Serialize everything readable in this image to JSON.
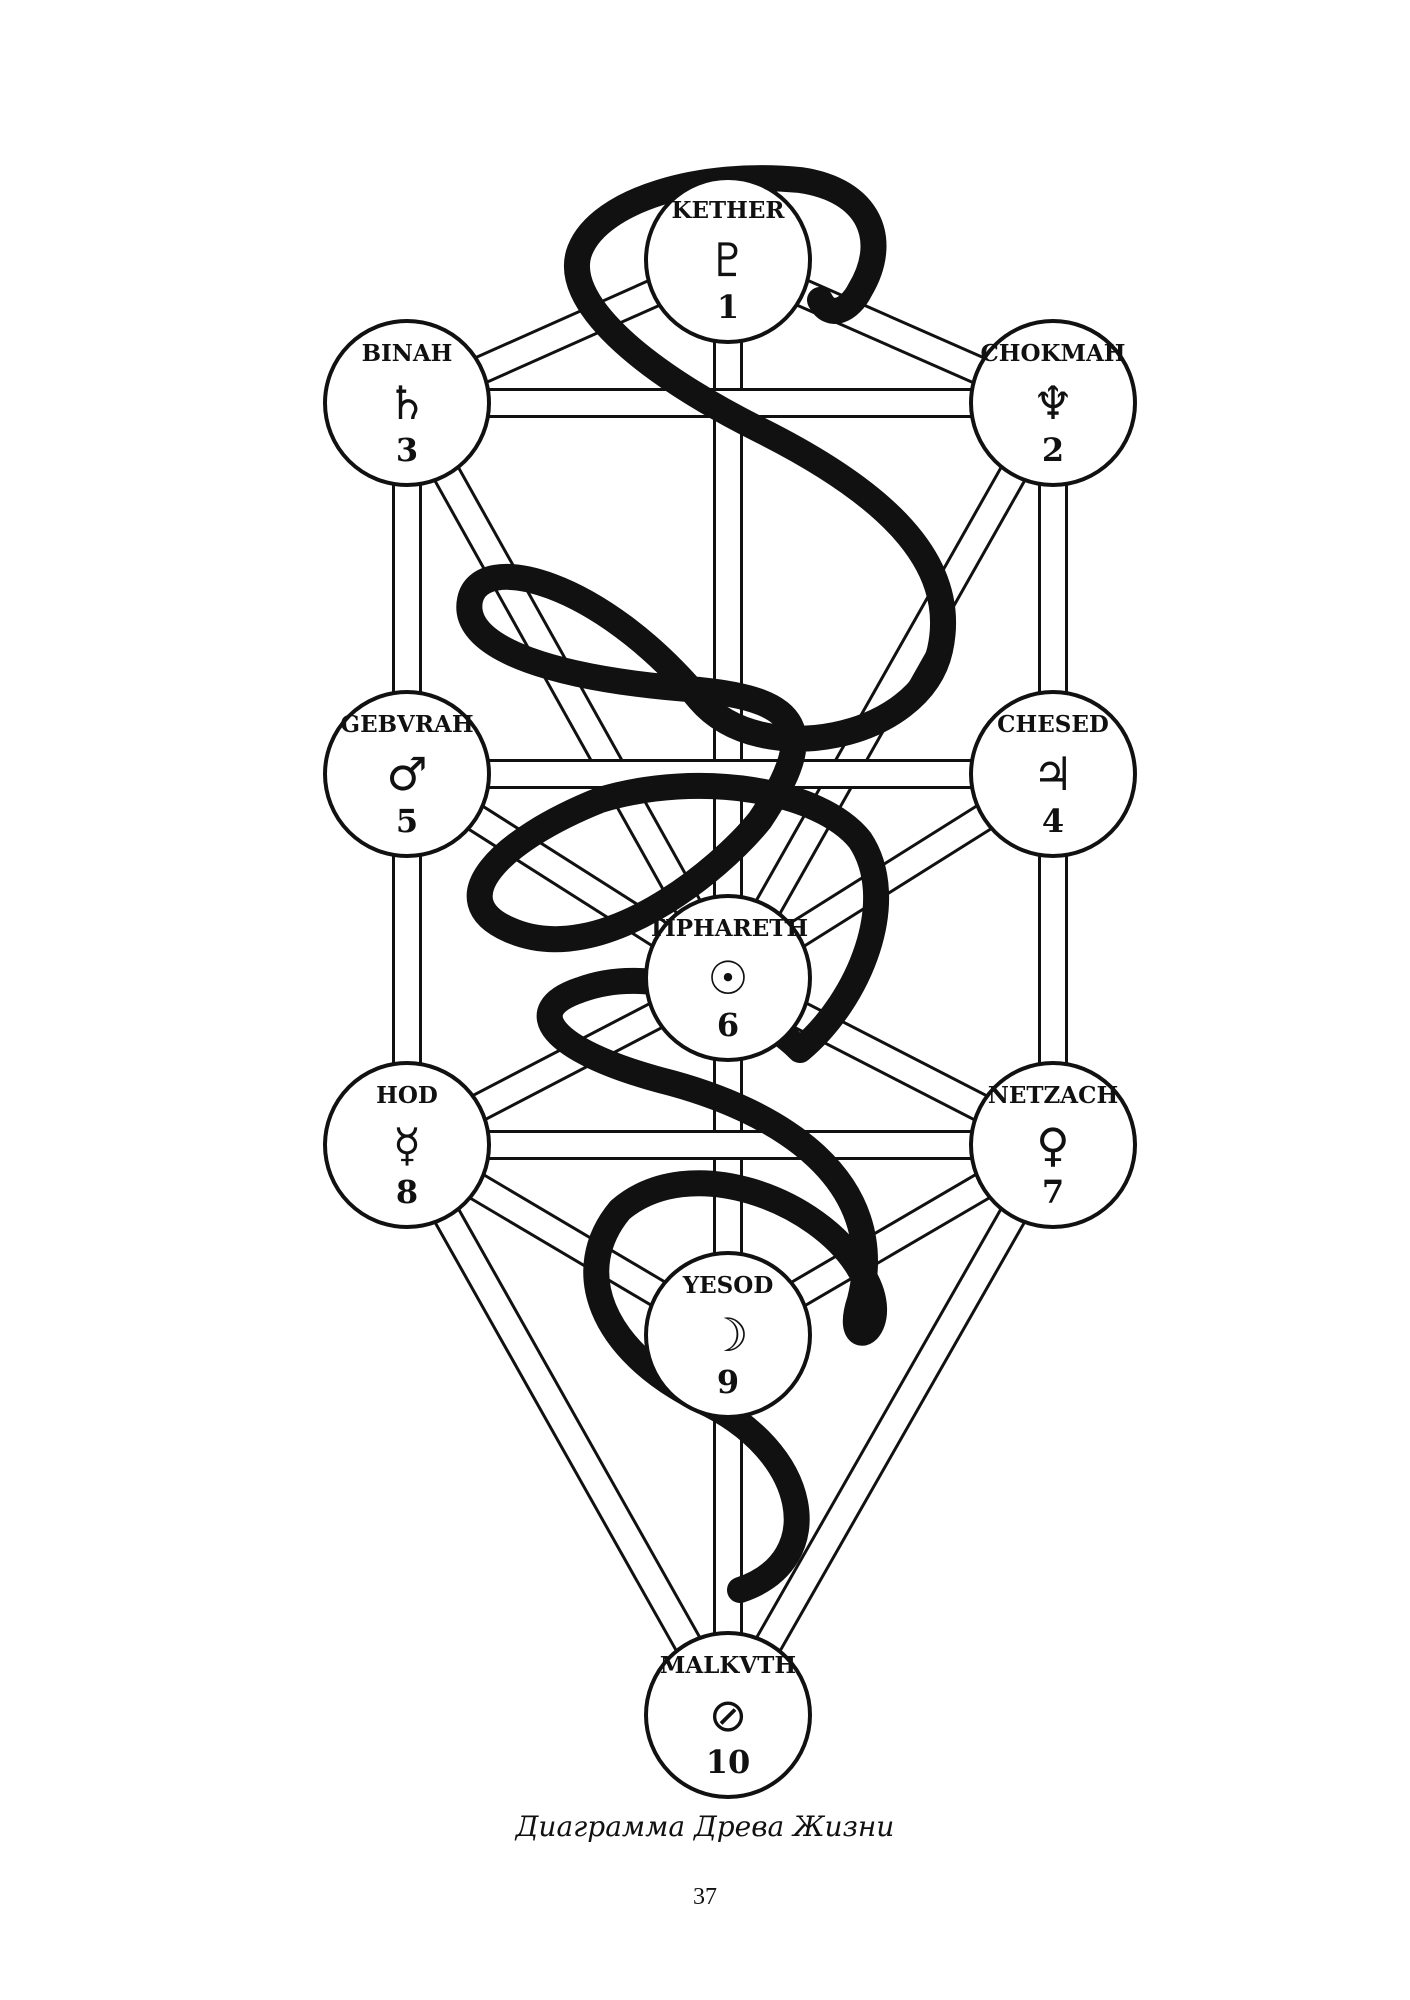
{
  "sephiroth": [
    {
      "name": "KETHER",
      "symbol": "♇",
      "number": "1",
      "icon": "pluto-icon"
    },
    {
      "name": "CHOKMAH",
      "symbol": "♆",
      "number": "2",
      "icon": "neptune-icon"
    },
    {
      "name": "BINAH",
      "symbol": "♄",
      "number": "3",
      "icon": "saturn-icon"
    },
    {
      "name": "CHESED",
      "symbol": "♃",
      "number": "4",
      "icon": "jupiter-icon"
    },
    {
      "name": "GEBVRAH",
      "symbol": "♂",
      "number": "5",
      "icon": "mars-icon"
    },
    {
      "name": "TIPHARETH",
      "symbol": "☉",
      "number": "6",
      "icon": "sun-icon"
    },
    {
      "name": "NETZACH",
      "symbol": "♀",
      "number": "7",
      "icon": "venus-icon"
    },
    {
      "name": "HOD",
      "symbol": "☿",
      "number": "8",
      "icon": "mercury-icon"
    },
    {
      "name": "YESOD",
      "symbol": "☽",
      "number": "9",
      "icon": "moon-icon"
    },
    {
      "name": "MALKVTH",
      "symbol": "⊘",
      "number": "10",
      "icon": "earth-icon"
    }
  ],
  "caption": "Диаграмма Древа Жизни",
  "page_number": "37",
  "colors": {
    "ink": "#111111",
    "paper": "#ffffff"
  }
}
